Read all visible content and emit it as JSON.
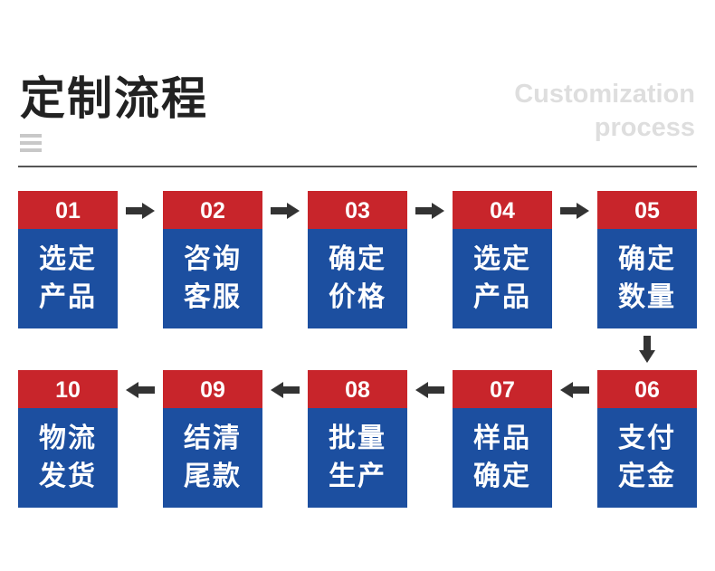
{
  "header": {
    "title": "定制流程",
    "subtitle_line1": "Customization",
    "subtitle_line2": "process"
  },
  "colors": {
    "number_bg": "#c8252b",
    "body_bg": "#1c4fa0",
    "arrow": "#333333"
  },
  "steps": [
    {
      "num": "01",
      "line1": "选定",
      "line2": "产品"
    },
    {
      "num": "02",
      "line1": "咨询",
      "line2": "客服"
    },
    {
      "num": "03",
      "line1": "确定",
      "line2": "价格"
    },
    {
      "num": "04",
      "line1": "选定",
      "line2": "产品"
    },
    {
      "num": "05",
      "line1": "确定",
      "line2": "数量"
    },
    {
      "num": "06",
      "line1": "支付",
      "line2": "定金"
    },
    {
      "num": "07",
      "line1": "样品",
      "line2": "确定"
    },
    {
      "num": "08",
      "line1": "批量",
      "line2": "生产"
    },
    {
      "num": "09",
      "line1": "结清",
      "line2": "尾款"
    },
    {
      "num": "10",
      "line1": "物流",
      "line2": "发货"
    }
  ]
}
